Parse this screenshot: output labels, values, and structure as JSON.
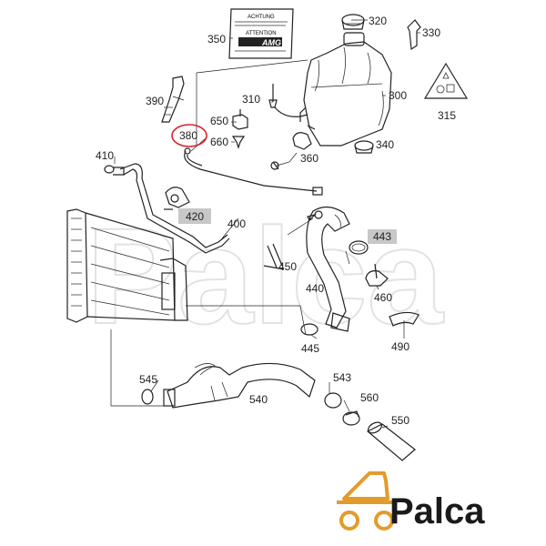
{
  "watermark": "Palca",
  "logo": {
    "text": "Palca",
    "colors": {
      "car": "#e39b2b",
      "text": "#1a1a1a"
    }
  },
  "labels": {
    "p320": "320",
    "p330": "330",
    "p350": "350",
    "p300": "300",
    "p315": "315",
    "p310": "310",
    "p390": "390",
    "p650": "650",
    "p660": "660",
    "p380": "380",
    "p340": "340",
    "p360": "360",
    "p410": "410",
    "p420": "420",
    "p400": "400",
    "p443": "443",
    "p450": "450",
    "p440": "440",
    "p460": "460",
    "p445": "445",
    "p490": "490",
    "p545": "545",
    "p543": "543",
    "p540": "540",
    "p560": "560",
    "p550": "550"
  },
  "sticker": {
    "line1": "ACHTUNG",
    "line2": "ATTENTION",
    "brand": "AMG"
  },
  "highlight_color": "#d8232a",
  "box_fill": "#c8c8c8"
}
